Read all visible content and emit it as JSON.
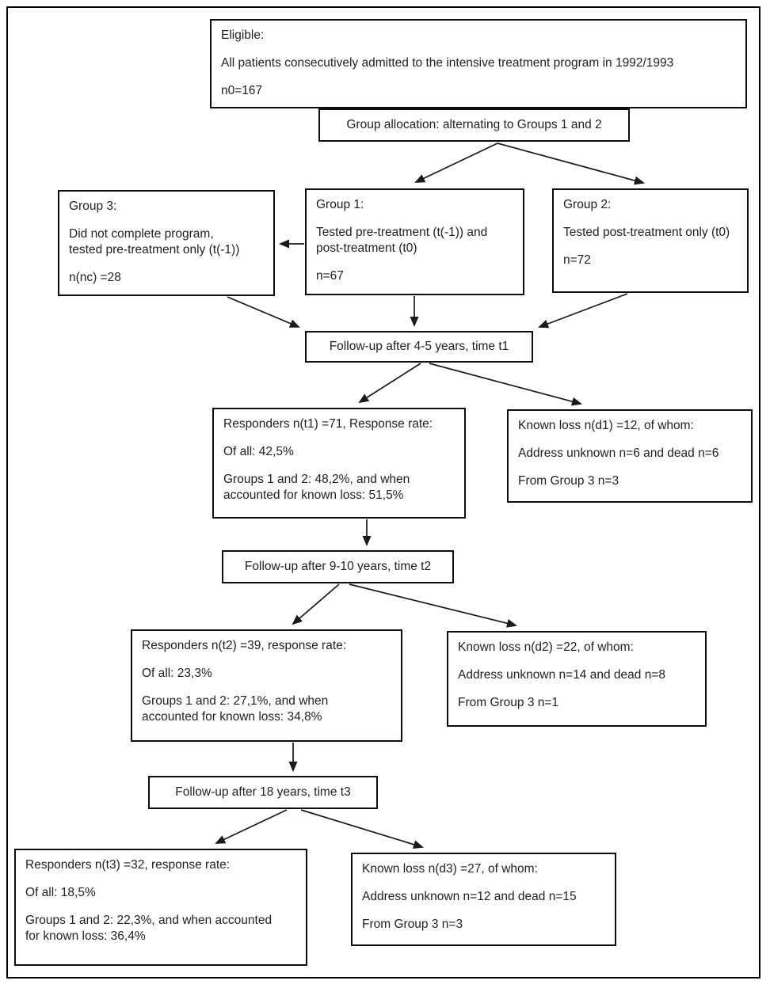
{
  "figure": {
    "kind": "study-flow-diagram",
    "colors": {
      "background": "#ffffff",
      "box_border": "#000000",
      "text": "#1f1f1f",
      "arrow": "#1a1a1a"
    }
  },
  "nodes": {
    "eligible": {
      "paragraphs": [
        "Eligible:",
        "All patients consecutively admitted to the intensive treatment program in 1992/1993",
        "n0=167"
      ]
    },
    "allocation": {
      "paragraphs": [
        "Group allocation: alternating to Groups 1 and 2"
      ]
    },
    "group3": {
      "paragraphs": [
        "Group 3:",
        "Did not complete program,\ntested pre-treatment only (t(-1))",
        "n(nc) =28"
      ]
    },
    "group1": {
      "paragraphs": [
        "Group 1:",
        "Tested pre-treatment (t(-1)) and\npost-treatment (t0)",
        "n=67"
      ]
    },
    "group2": {
      "paragraphs": [
        "Group 2:",
        "Tested post-treatment only (t0)",
        "n=72"
      ]
    },
    "followup_t1": {
      "paragraphs": [
        "Follow-up after 4-5 years, time t1"
      ]
    },
    "responders_t1": {
      "paragraphs": [
        "Responders n(t1) =71, Response rate:",
        "Of all: 42,5%",
        "Groups 1 and 2: 48,2%, and when\naccounted for known loss: 51,5%"
      ]
    },
    "known_loss_d1": {
      "paragraphs": [
        "Known loss n(d1) =12, of whom:",
        "Address unknown n=6 and dead n=6",
        "From Group 3 n=3"
      ]
    },
    "followup_t2": {
      "paragraphs": [
        "Follow-up after 9-10 years, time t2"
      ]
    },
    "responders_t2": {
      "paragraphs": [
        "Responders n(t2) =39, response rate:",
        "Of all: 23,3%",
        "Groups 1 and 2: 27,1%, and when\naccounted for known loss: 34,8%"
      ]
    },
    "known_loss_d2": {
      "paragraphs": [
        "Known loss n(d2) =22, of whom:",
        "Address unknown n=14 and dead n=8",
        "From Group 3 n=1"
      ]
    },
    "followup_t3": {
      "paragraphs": [
        "Follow-up after 18 years, time t3"
      ]
    },
    "responders_t3": {
      "paragraphs": [
        "Responders n(t3) =32, response rate:",
        "Of all: 18,5%",
        "Groups 1 and 2: 22,3%, and when accounted\nfor known loss: 36,4%"
      ]
    },
    "known_loss_d3": {
      "paragraphs": [
        "Known loss n(d3) =27, of whom:",
        "Address unknown n=12 and dead n=15",
        "From Group 3 n=3"
      ]
    }
  },
  "edges": [
    {
      "from": "allocation",
      "to": "group1"
    },
    {
      "from": "allocation",
      "to": "group2"
    },
    {
      "from": "group1",
      "to": "group3"
    },
    {
      "from": "group1",
      "to": "followup_t1"
    },
    {
      "from": "group3",
      "to": "followup_t1"
    },
    {
      "from": "group2",
      "to": "followup_t1"
    },
    {
      "from": "followup_t1",
      "to": "responders_t1"
    },
    {
      "from": "followup_t1",
      "to": "known_loss_d1"
    },
    {
      "from": "responders_t1",
      "to": "followup_t2"
    },
    {
      "from": "followup_t2",
      "to": "responders_t2"
    },
    {
      "from": "followup_t2",
      "to": "known_loss_d2"
    },
    {
      "from": "responders_t2",
      "to": "followup_t3"
    },
    {
      "from": "followup_t3",
      "to": "responders_t3"
    },
    {
      "from": "followup_t3",
      "to": "known_loss_d3"
    }
  ]
}
